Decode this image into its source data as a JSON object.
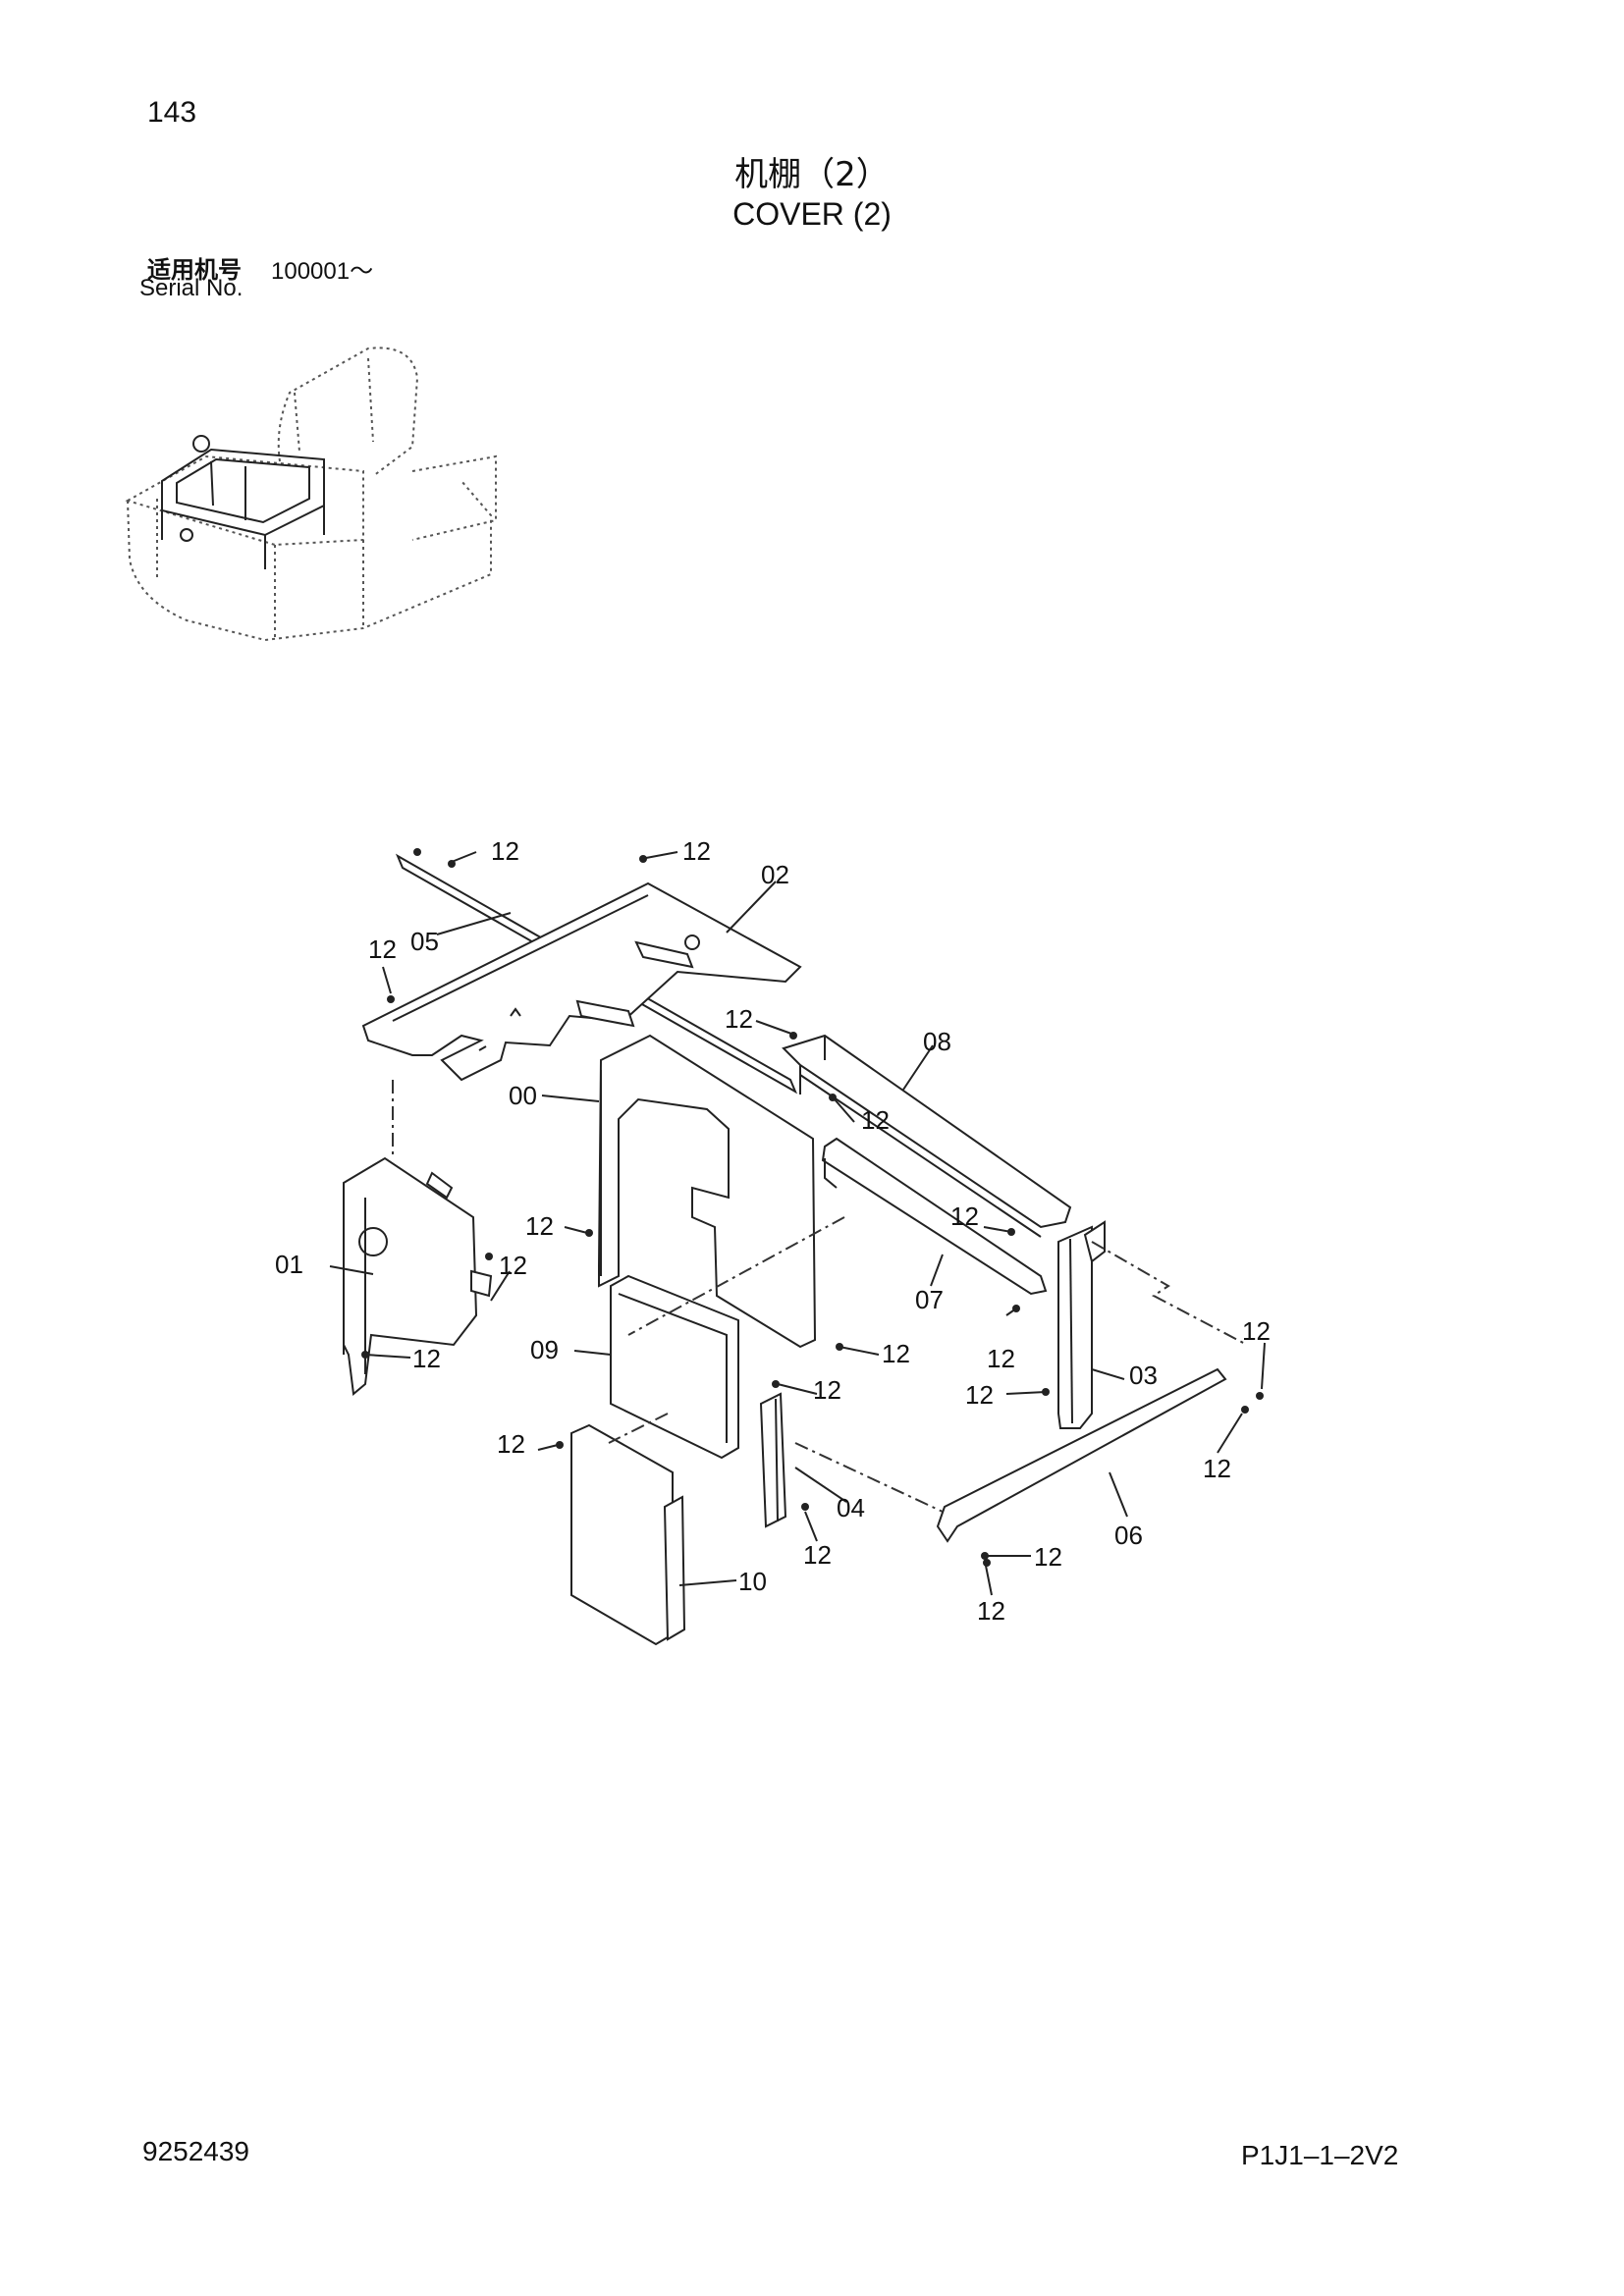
{
  "page_number": "143",
  "title_cn": "机棚（2）",
  "title_en": "COVER (2)",
  "serial": {
    "label_cn": "适用机号",
    "value": "100001～",
    "label_en": "Serial No."
  },
  "callouts": {
    "c00": "00",
    "c01": "01",
    "c02": "02",
    "c03": "03",
    "c04": "04",
    "c05": "05",
    "c06": "06",
    "c07": "07",
    "c08": "08",
    "c09": "09",
    "c10": "10",
    "c12a": "12",
    "c12b": "12",
    "c12c": "12",
    "c12d": "12",
    "c12e": "12",
    "c12f": "12",
    "c12g": "12",
    "c12h": "12",
    "c12i": "12",
    "c12j": "12",
    "c12k": "12",
    "c12l": "12",
    "c12m": "12",
    "c12n": "12",
    "c12o": "12",
    "c12p": "12",
    "c12q": "12",
    "c12r": "12",
    "c12s": "12"
  },
  "footer": {
    "doc_number": "9252439",
    "page_code": "P1J1–1–2V2"
  }
}
